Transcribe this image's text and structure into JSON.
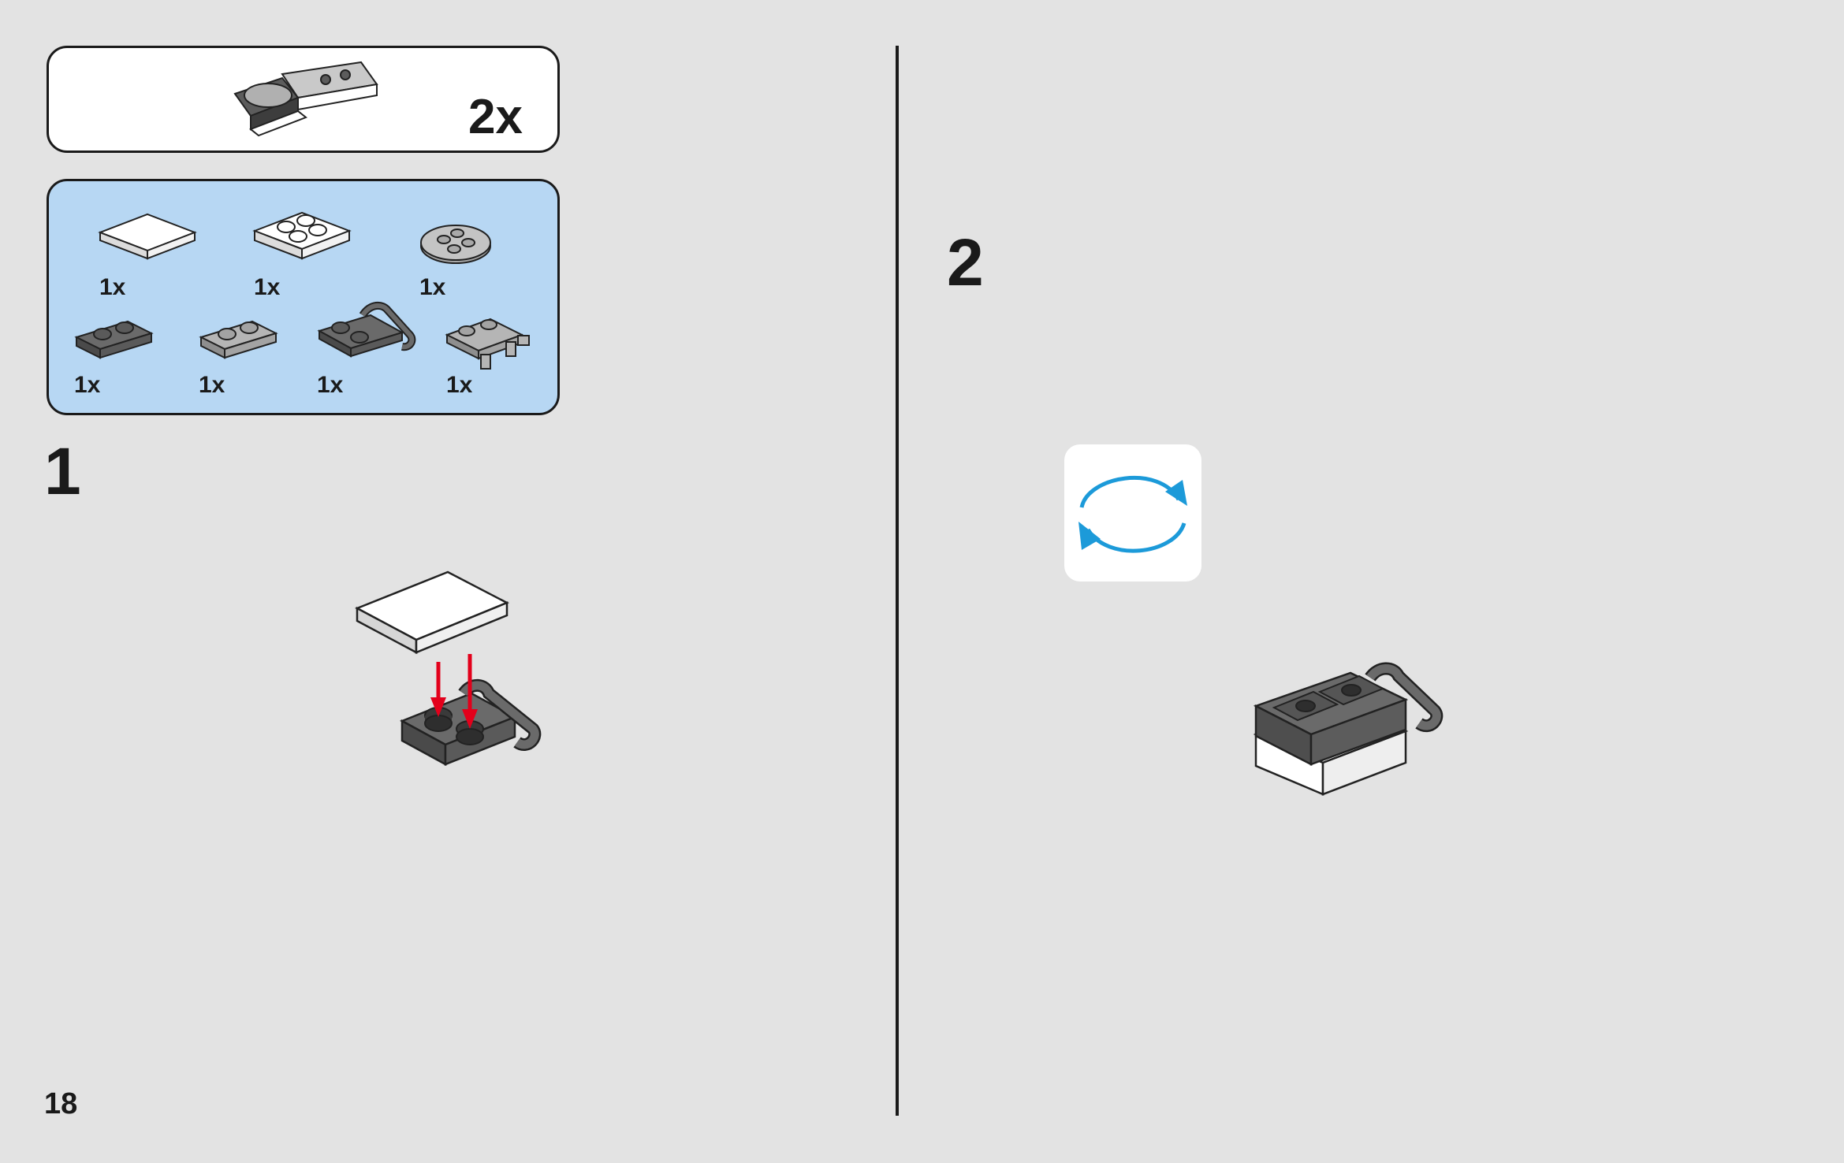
{
  "page_number": "18",
  "subassembly": {
    "count_label": "2x"
  },
  "parts": [
    {
      "qty": "1x",
      "part": "white-tile-2x2"
    },
    {
      "qty": "1x",
      "part": "white-plate-2x2"
    },
    {
      "qty": "1x",
      "part": "grey-round-plate-2x2"
    },
    {
      "qty": "1x",
      "part": "dark-grey-plate-1x2"
    },
    {
      "qty": "1x",
      "part": "light-grey-plate-1x2"
    },
    {
      "qty": "1x",
      "part": "dark-grey-plate-clip"
    },
    {
      "qty": "1x",
      "part": "light-grey-plate-clips"
    }
  ],
  "steps": [
    {
      "number": "1"
    },
    {
      "number": "2",
      "indicator": "rotate-model-icon"
    }
  ],
  "colors": {
    "background": "#e3e3e3",
    "parts_panel": "#b7d7f3",
    "arrow_red": "#e3001b",
    "rotate_blue": "#1c9ad9",
    "dark_grey": "#5c5c5c",
    "light_grey": "#a9a9a9"
  }
}
